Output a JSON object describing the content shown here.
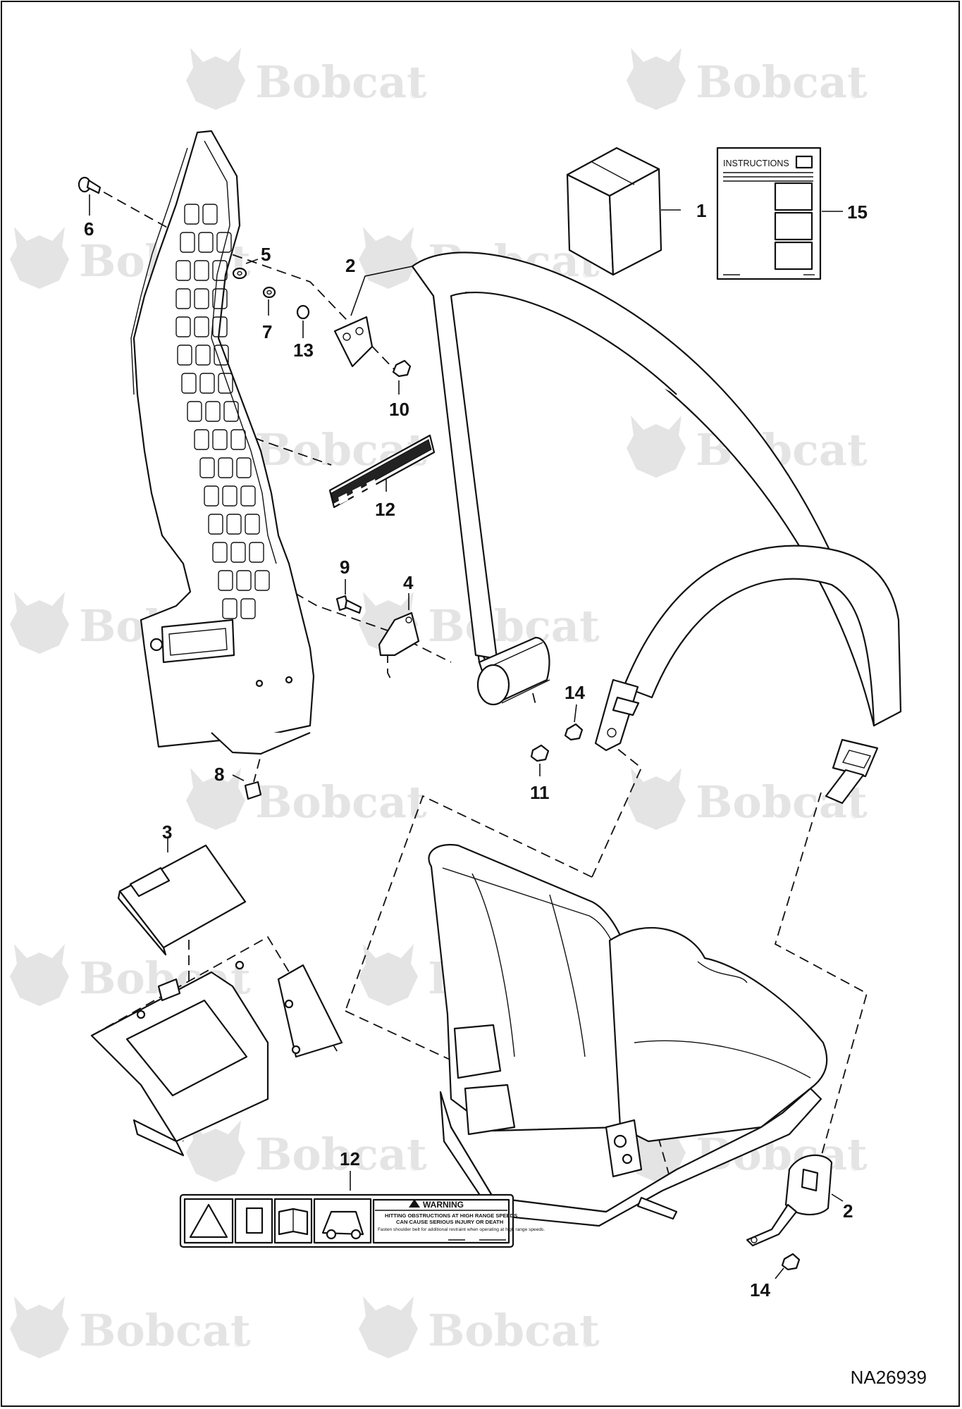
{
  "watermark": {
    "brand": "Bobcat",
    "registered_mark": "®"
  },
  "callouts": [
    {
      "key": "c1",
      "label": "1"
    },
    {
      "key": "c2a",
      "label": "2"
    },
    {
      "key": "c2b",
      "label": "2"
    },
    {
      "key": "c3",
      "label": "3"
    },
    {
      "key": "c4",
      "label": "4"
    },
    {
      "key": "c5",
      "label": "5"
    },
    {
      "key": "c6",
      "label": "6"
    },
    {
      "key": "c7",
      "label": "7"
    },
    {
      "key": "c8",
      "label": "8"
    },
    {
      "key": "c9",
      "label": "9"
    },
    {
      "key": "c10",
      "label": "10"
    },
    {
      "key": "c11",
      "label": "11"
    },
    {
      "key": "c12a",
      "label": "12"
    },
    {
      "key": "c12b",
      "label": "12"
    },
    {
      "key": "c13",
      "label": "13"
    },
    {
      "key": "c14a",
      "label": "14"
    },
    {
      "key": "c14b",
      "label": "14"
    },
    {
      "key": "c15",
      "label": "15"
    }
  ],
  "instructions_sheet": {
    "title": "INSTRUCTIONS"
  },
  "warning_decal": {
    "heading": "WARNING",
    "line1": "HITTING OBSTRUCTIONS AT HIGH RANGE SPEEDS",
    "line2": "CAN CAUSE SERIOUS INJURY OR DEATH",
    "body": "Fasten shoulder belt for additional restraint when operating at high range speeds."
  },
  "figure_id": "NA26939",
  "colors": {
    "line": "#111111",
    "watermark": "#e4e4e4",
    "background": "#ffffff"
  }
}
